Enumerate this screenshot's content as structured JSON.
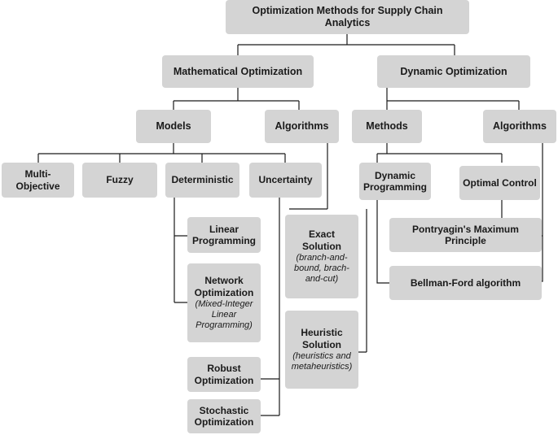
{
  "diagram": {
    "root": {
      "label": "Optimization Methods for Supply Chain Analytics"
    },
    "mathematical": {
      "label": "Mathematical Optimization"
    },
    "dynamic": {
      "label": "Dynamic Optimization"
    },
    "models": {
      "label": "Models"
    },
    "math_algorithms": {
      "label": "Algorithms"
    },
    "methods": {
      "label": "Methods"
    },
    "dyn_algorithms": {
      "label": "Algorithms"
    },
    "multi_objective": {
      "label": "Multi-Objective"
    },
    "fuzzy": {
      "label": "Fuzzy"
    },
    "deterministic": {
      "label": "Deterministic"
    },
    "uncertainty": {
      "label": "Uncertainty"
    },
    "dynamic_programming": {
      "label": "Dynamic Programming"
    },
    "optimal_control": {
      "label": "Optimal Control"
    },
    "linear_programming": {
      "label": "Linear Programming"
    },
    "network_optimization": {
      "label": "Network Optimization",
      "sub": "(Mixed-Integer Linear Programming)"
    },
    "robust_optimization": {
      "label": "Robust Optimization"
    },
    "stochastic_optimization": {
      "label": "Stochastic Optimization"
    },
    "exact_solution": {
      "label": "Exact Solution",
      "sub": "(branch-and-bound, brach-and-cut)"
    },
    "heuristic_solution": {
      "label": "Heuristic Solution",
      "sub": "(heuristics and metaheuristics)"
    },
    "pontryagin": {
      "label": "Pontryagin's Maximum Principle"
    },
    "bellman_ford": {
      "label": "Bellman-Ford algorithm"
    }
  },
  "colors": {
    "box": "#d4d4d4",
    "line": "#1a1a1a"
  }
}
